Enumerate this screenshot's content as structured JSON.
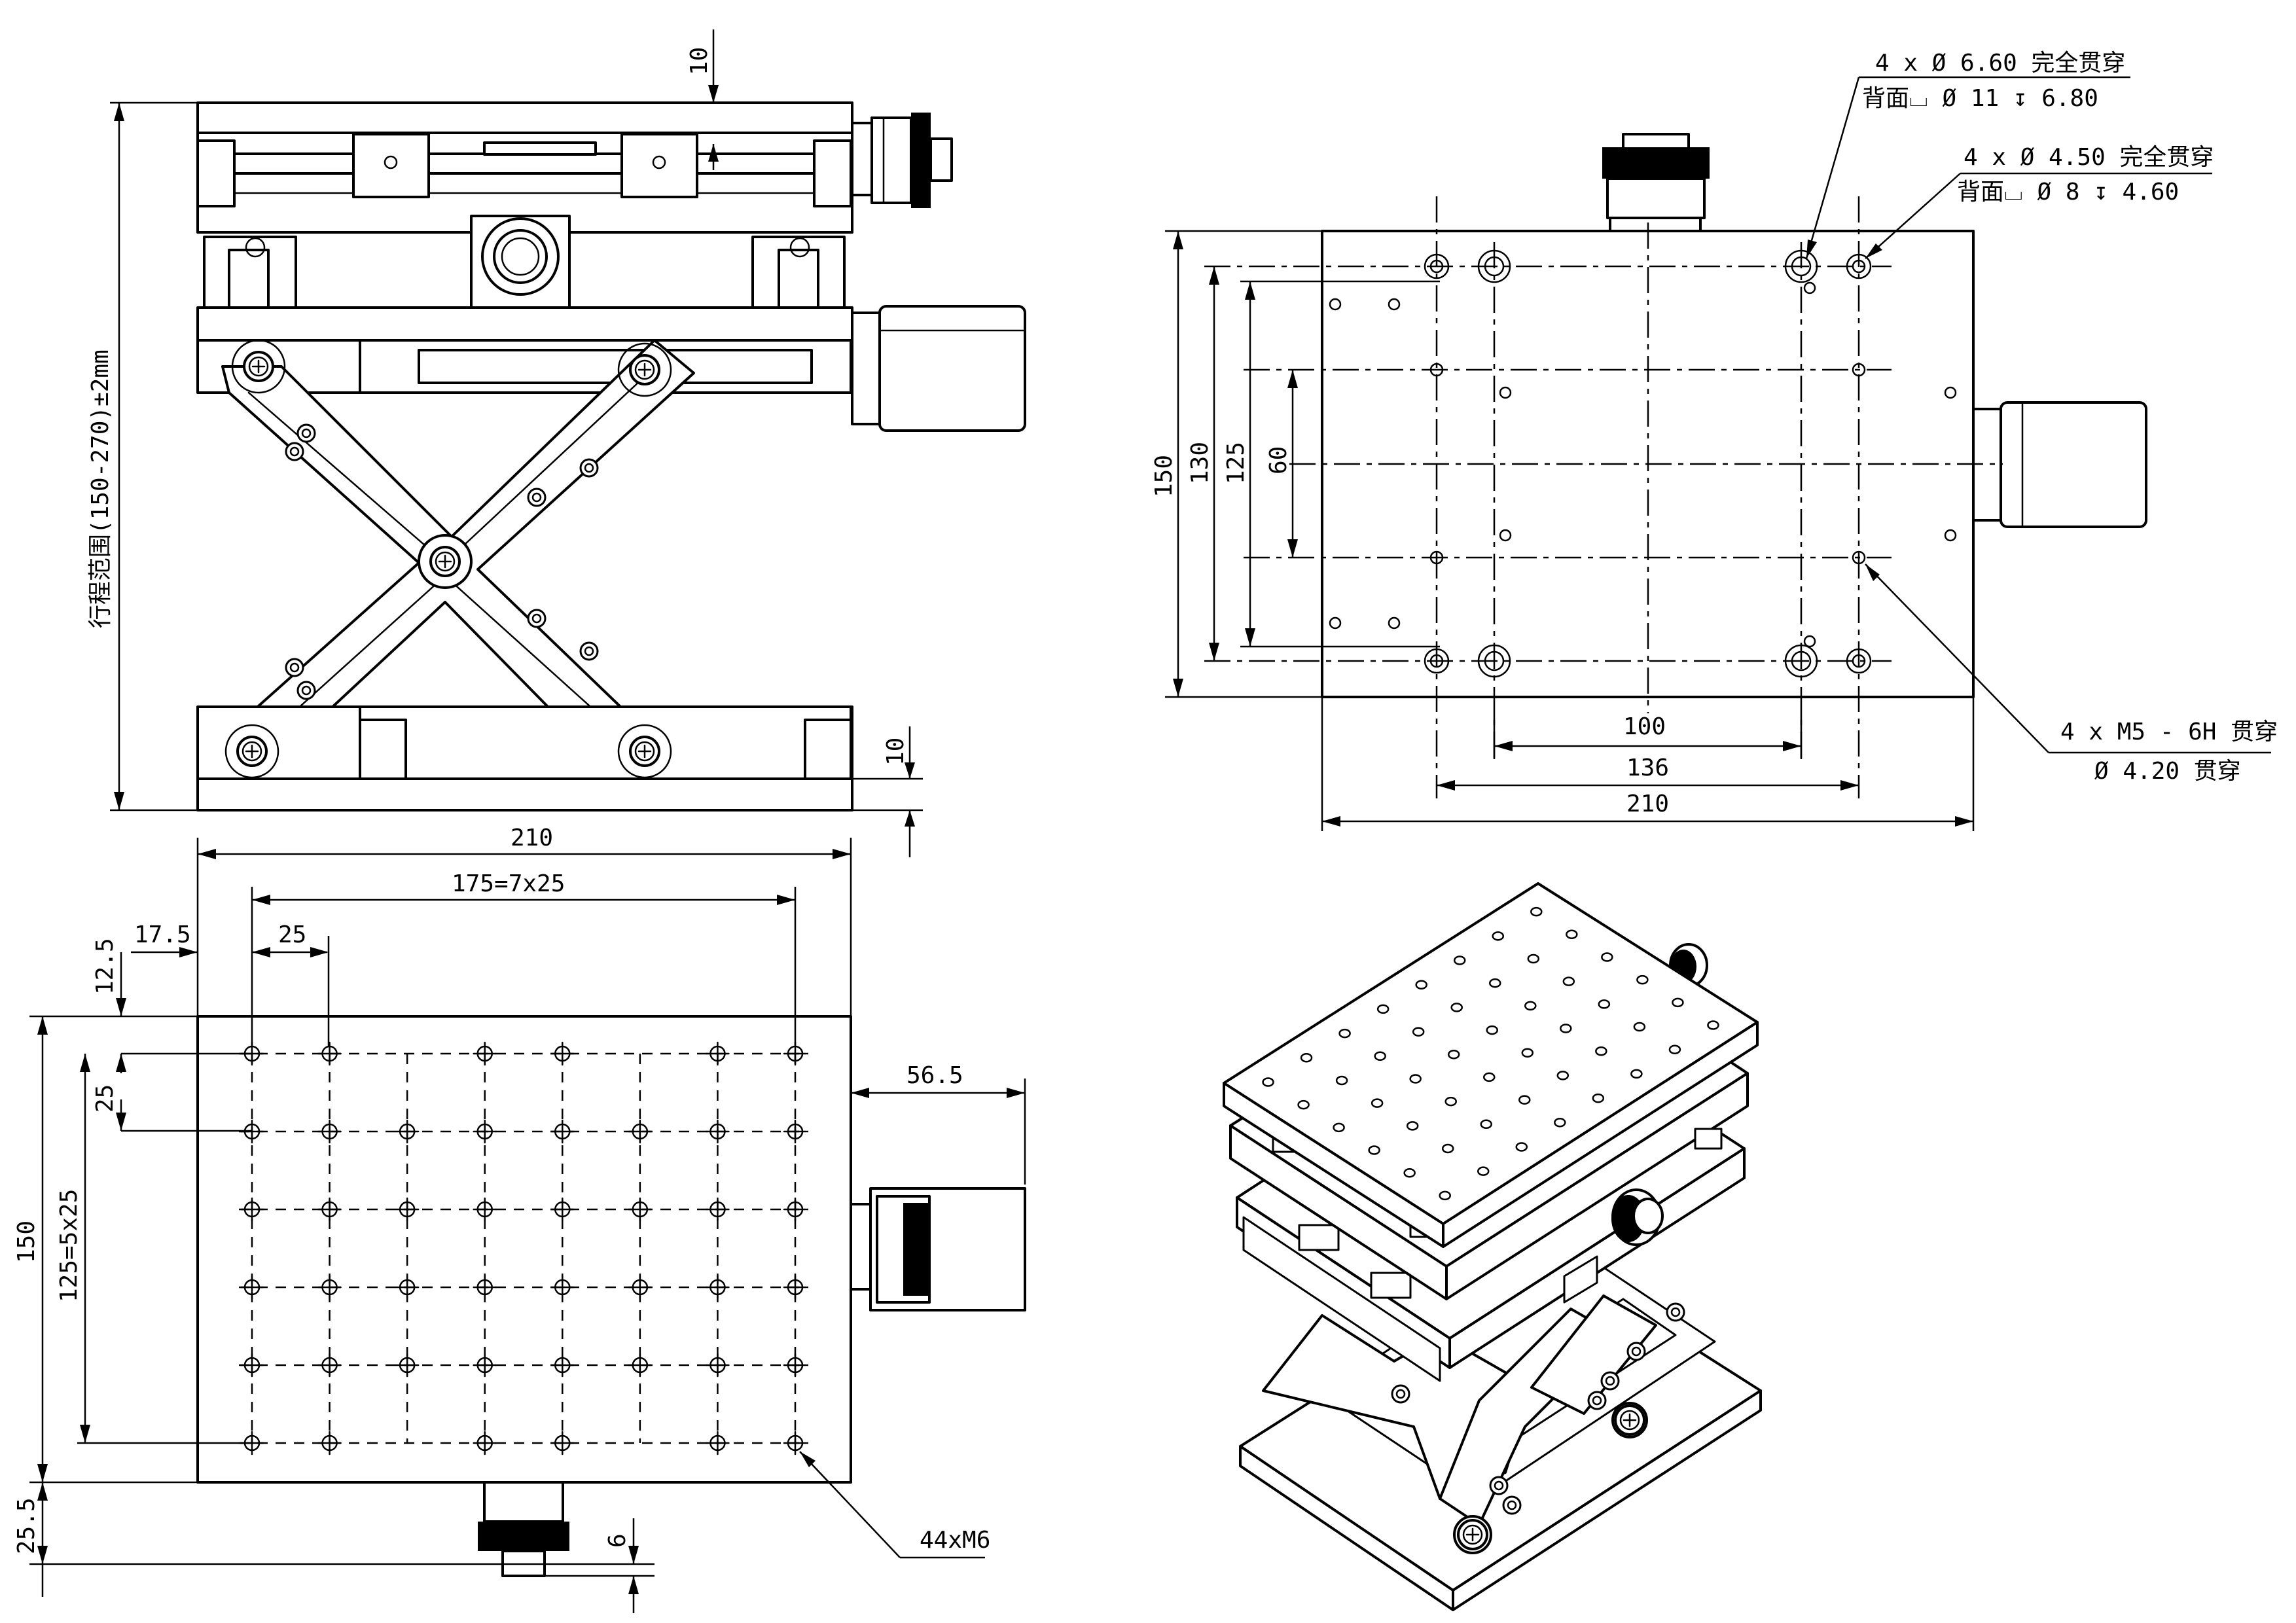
{
  "front_view": {
    "dim_top": "10",
    "dim_bottom": "10",
    "dim_travel": "行程范围(150-270)±2mm"
  },
  "top_right_view": {
    "callout_holes_660": {
      "line1": "4 x Ø 6.60 完全贯穿",
      "line2": "背面⌴ Ø 11 ↧ 6.80"
    },
    "callout_holes_450": {
      "line1": "4 x Ø 4.50 完全贯穿",
      "line2": "背面⌴ Ø 8 ↧ 4.60"
    },
    "callout_m5": {
      "line1": "4 x M5 - 6H 贯穿",
      "line2": "Ø 4.20 贯穿"
    },
    "dims_vertical": [
      "150",
      "130",
      "125",
      "60"
    ],
    "dims_horizontal": [
      "100",
      "136",
      "210"
    ]
  },
  "top_left_view": {
    "dim_width": "210",
    "dim_pitch_x": "175=7x25",
    "dim_edge_x": "17.5",
    "dim_step_x": "25",
    "dim_edge_y": "12.5",
    "dim_step_y": "25",
    "dim_height": "150",
    "dim_pitch_y": "125=5x25",
    "dim_knob_side": "56.5",
    "dim_knob_front": "25.5",
    "dim_knob_small": "6",
    "callout_holes": "44xM6",
    "hole_grid": {
      "columns": 8,
      "rows": 6,
      "count": 44
    }
  },
  "iso_view": {
    "label": ""
  }
}
